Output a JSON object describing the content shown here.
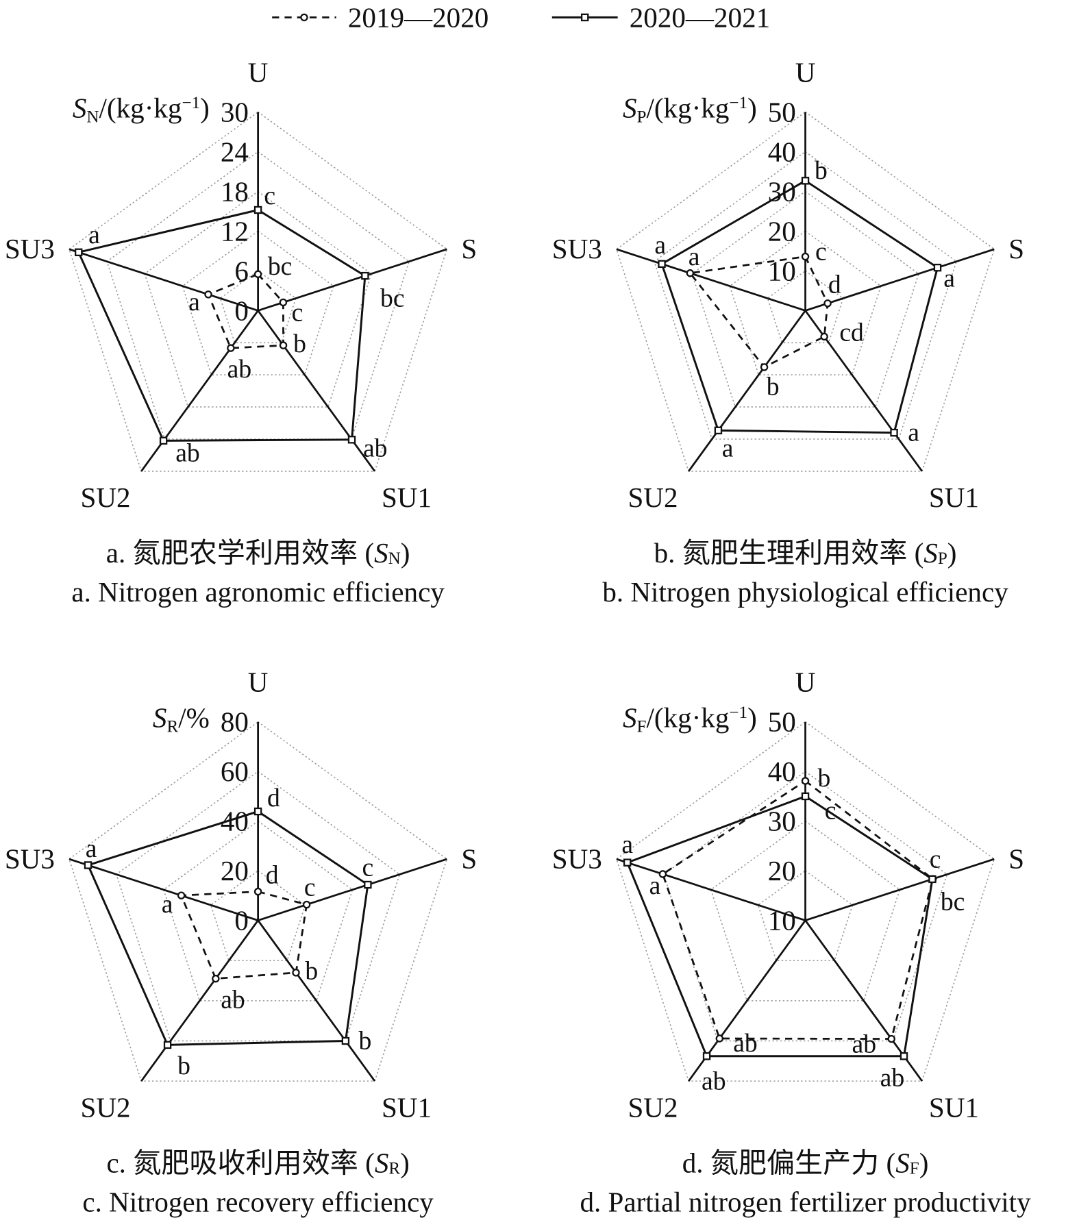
{
  "legend": [
    {
      "name": "2019—2020",
      "style": "dashed",
      "marker": "circle"
    },
    {
      "name": "2020—2021",
      "style": "solid",
      "marker": "square"
    }
  ],
  "chart_data": [
    {
      "type": "radar",
      "axes": [
        "U",
        "S",
        "SU1",
        "SU2",
        "SU3"
      ],
      "ylabel": {
        "var": "S",
        "sub": "N",
        "unit": "/(kg·kg",
        "sup": "−1",
        "close": ")"
      },
      "rlim": [
        0,
        30
      ],
      "ticks": [
        0,
        6,
        12,
        18,
        24,
        30
      ],
      "series": [
        {
          "name": "2019—2020",
          "values": [
            5.5,
            4.0,
            6.5,
            7.0,
            7.9
          ],
          "letters": [
            "bc",
            "c",
            "b",
            "ab",
            "a"
          ]
        },
        {
          "name": "2020—2021",
          "values": [
            15.2,
            17.0,
            24.1,
            24.3,
            28.5
          ],
          "letters": [
            "c",
            "bc",
            "ab",
            "ab",
            "a"
          ]
        }
      ],
      "caption_cn": "a. 氮肥农学利用效率 (",
      "caption_en": "a. Nitrogen agronomic efficiency"
    },
    {
      "type": "radar",
      "axes": [
        "U",
        "S",
        "SU1",
        "SU2",
        "SU3"
      ],
      "ylabel": {
        "var": "S",
        "sub": "P",
        "unit": "/(kg·kg",
        "sup": "−1",
        "close": ")"
      },
      "rlim": [
        0,
        50
      ],
      "ticks": [
        10,
        20,
        30,
        40,
        50
      ],
      "series": [
        {
          "name": "2019—2020",
          "values": [
            13.6,
            5.9,
            8.1,
            17.6,
            30.5
          ],
          "letters": [
            "c",
            "d",
            "cd",
            "b",
            "a"
          ]
        },
        {
          "name": "2020—2021",
          "values": [
            32.7,
            35.0,
            38.0,
            37.3,
            38.0
          ],
          "letters": [
            "b",
            "a",
            "a",
            "a",
            "a"
          ]
        }
      ],
      "caption_cn": "b. 氮肥生理利用效率 (",
      "caption_en": "b. Nitrogen physiological efficiency"
    },
    {
      "type": "radar",
      "axes": [
        "U",
        "S",
        "SU1",
        "SU2",
        "SU3"
      ],
      "ylabel": {
        "var": "S",
        "sub": "R",
        "unit": "/%",
        "sup": "",
        "close": ""
      },
      "rlim": [
        0,
        80
      ],
      "ticks": [
        0,
        20,
        40,
        60,
        80
      ],
      "series": [
        {
          "name": "2019—2020",
          "values": [
            11.6,
            20.6,
            26.0,
            29.0,
            32.5
          ],
          "letters": [
            "d",
            "c",
            "b",
            "ab",
            "a"
          ]
        },
        {
          "name": "2020—2021",
          "values": [
            43.9,
            46.5,
            60.0,
            62.0,
            72.0
          ],
          "letters": [
            "d",
            "c",
            "b",
            "b",
            "a"
          ]
        }
      ],
      "caption_cn": "c. 氮肥吸收利用效率 (",
      "caption_en": "c. Nitrogen recovery efficiency"
    },
    {
      "type": "radar",
      "axes": [
        "U",
        "S",
        "SU1",
        "SU2",
        "SU3"
      ],
      "ylabel": {
        "var": "S",
        "sub": "F",
        "unit": "/(kg·kg",
        "sup": "−1",
        "close": ")"
      },
      "rlim": [
        10,
        50
      ],
      "ticks": [
        10,
        20,
        30,
        40,
        50
      ],
      "series": [
        {
          "name": "2019—2020",
          "values": [
            38.1,
            37.0,
            39.5,
            39.4,
            40.2
          ],
          "letters": [
            "c",
            "c",
            "ab",
            "ab",
            "a"
          ]
        },
        {
          "name": "2020—2021",
          "values": [
            35.0,
            36.9,
            43.8,
            43.8,
            47.7
          ],
          "letters": [
            "b",
            "bc",
            "ab",
            "ab",
            "a"
          ]
        }
      ],
      "caption_cn": "d. 氮肥偏生产力 (",
      "caption_en": "d. Partial nitrogen fertilizer productivity"
    }
  ]
}
